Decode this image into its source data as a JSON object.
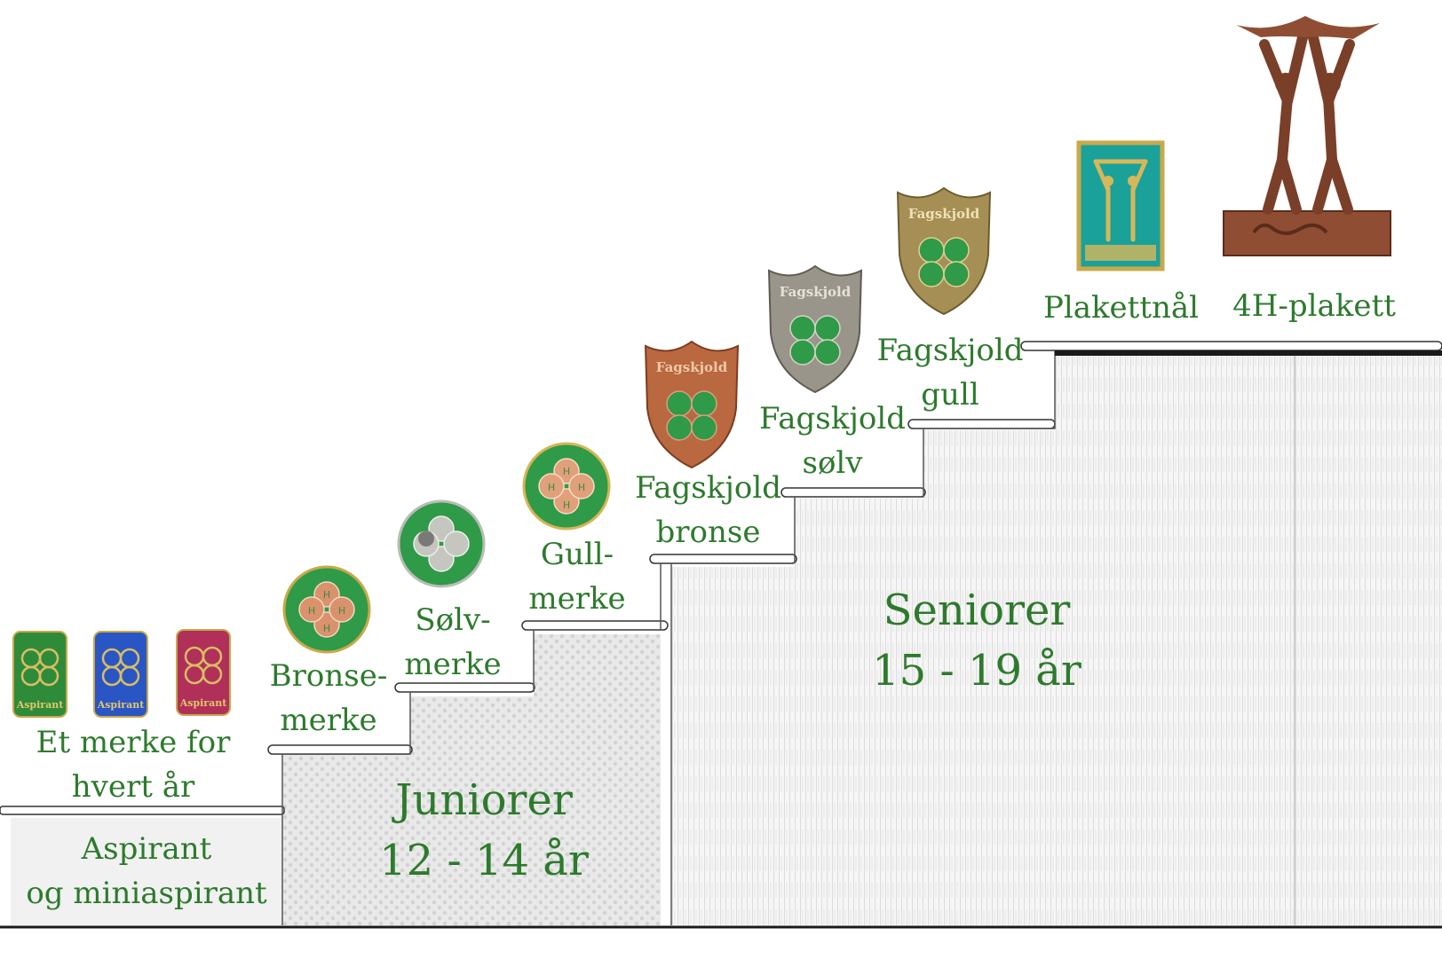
{
  "stages": [
    {
      "id": "aspirant",
      "label": [
        "Aspirant",
        "og miniaspirant"
      ],
      "fill": "#f1f1f1"
    },
    {
      "id": "juniorer",
      "label": [
        "Juniorer",
        "12 - 14 år"
      ],
      "fill": "#e6e6e6"
    },
    {
      "id": "seniorer",
      "label": [
        "Seniorer",
        "15 - 19 år"
      ],
      "fill": "#f4f4f4"
    }
  ],
  "steps": [
    {
      "id": "aspirant-badges",
      "label": [
        "Et merke for",
        "hvert år"
      ]
    },
    {
      "id": "bronsemerke",
      "label": [
        "Bronse-",
        "merke"
      ]
    },
    {
      "id": "solvmerke",
      "label": [
        "Sølv-",
        "merke"
      ]
    },
    {
      "id": "gullmerke",
      "label": [
        "Gull-",
        "merke"
      ]
    },
    {
      "id": "fagskjold-bronse",
      "label": [
        "Fagskjold",
        "bronse"
      ]
    },
    {
      "id": "fagskjold-solv",
      "label": [
        "Fagskjold",
        "sølv"
      ]
    },
    {
      "id": "fagskjold-gull",
      "label": [
        "Fagskjold",
        "gull"
      ]
    },
    {
      "id": "plakettnal",
      "label": [
        "Plakettnål"
      ]
    },
    {
      "id": "4h-plakett",
      "label": [
        "4H-plakett"
      ]
    }
  ],
  "badges": {
    "aspirant": [
      {
        "text": "Aspirant",
        "color": "#2e8b3a"
      },
      {
        "text": "Aspirant",
        "color": "#2a55c4"
      },
      {
        "text": "Aspirant",
        "color": "#b0305a"
      }
    ],
    "clover_letter": "H",
    "shield_text": "Fagskjold",
    "metals": {
      "bronze": "#b9683f",
      "silver": "#9a958a",
      "gold": "#a68f55"
    },
    "clover_green": "#2f9a47",
    "plaque_green": "#1aa19a",
    "statue_bronze": "#8f4e33"
  },
  "colors": {
    "text": "#2d7a2d",
    "line": "#1a1a1a"
  }
}
